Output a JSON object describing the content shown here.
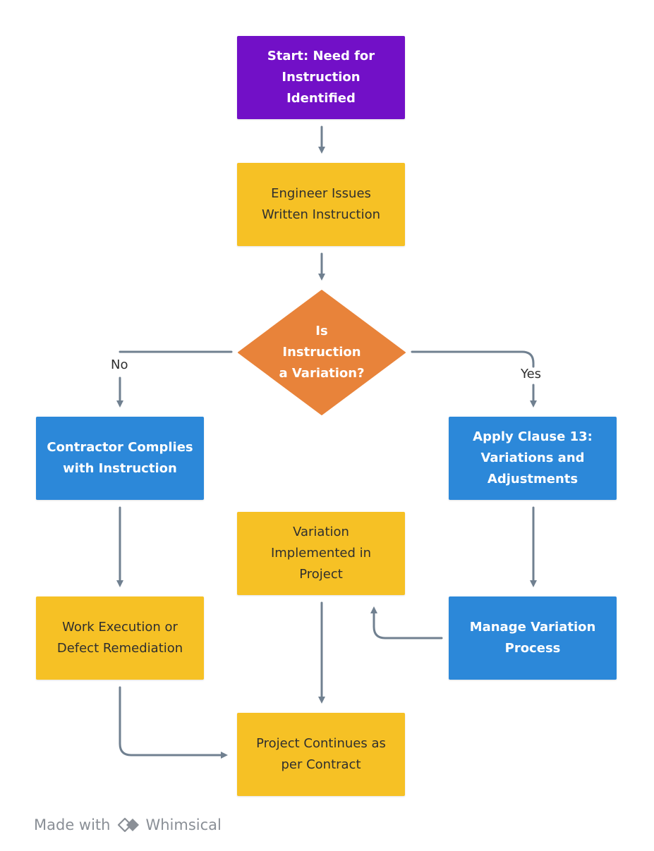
{
  "nodes": {
    "start": "Start: Need for\nInstruction Identified",
    "issue": "Engineer Issues\nWritten Instruction",
    "decision": "Is\nInstruction\na Variation?",
    "comply": "Contractor Complies\nwith Instruction",
    "clause13": "Apply Clause 13:\nVariations and\nAdjustments",
    "execution": "Work Execution or\nDefect Remediation",
    "implemented": "Variation\nImplemented in\nProject",
    "manage": "Manage Variation\nProcess",
    "continues": "Project Continues as\nper Contract"
  },
  "edge_labels": {
    "no": "No",
    "yes": "Yes"
  },
  "footer": {
    "made_with": "Made with",
    "brand": "Whimsical"
  },
  "colors": {
    "start": "#7210c7",
    "process": "#f6c125",
    "decision": "#e8833a",
    "action": "#2c88d9",
    "connector": "#708090"
  }
}
